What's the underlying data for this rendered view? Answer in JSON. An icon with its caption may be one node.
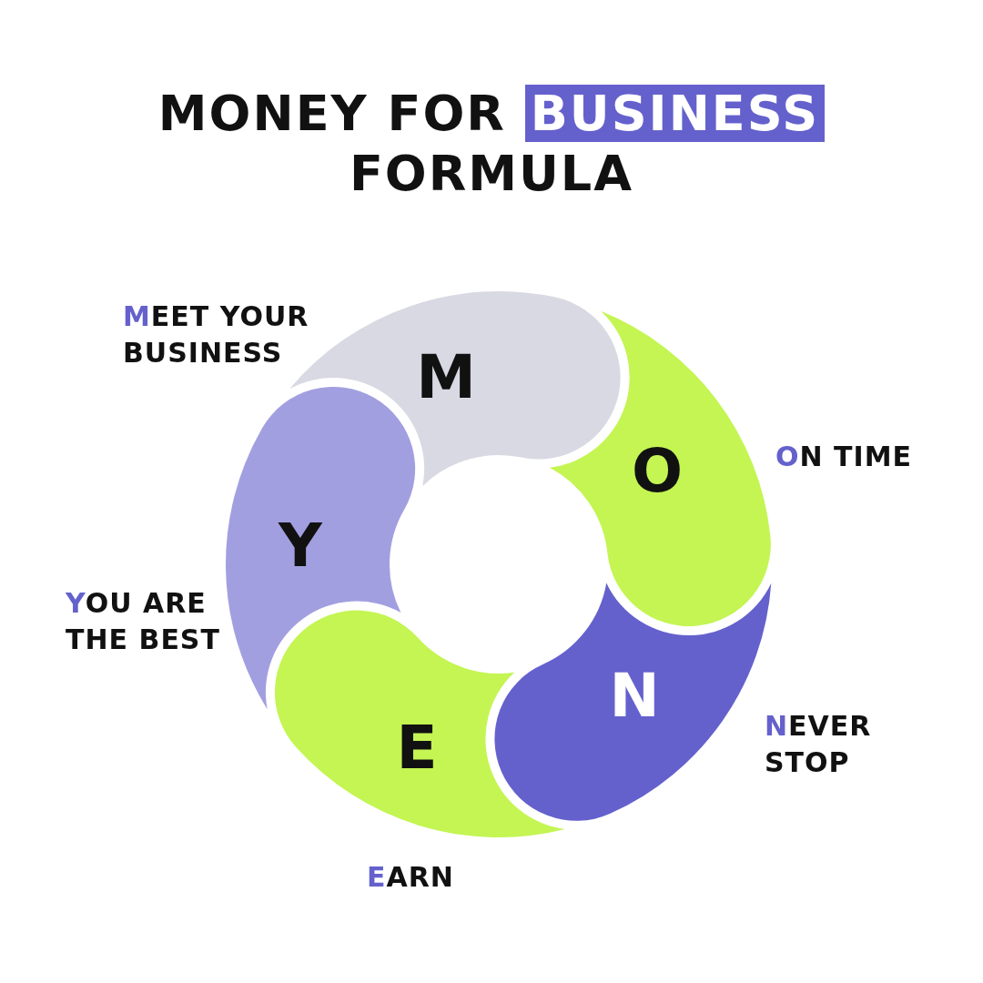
{
  "diagram": {
    "title": "MONEY FOR BUSINESS FORMULA",
    "nodes": [
      {
        "text": [
          "M"
        ],
        "beside": [
          "MEET YOUR BUSINESS"
        ]
      },
      {
        "text": [
          "O"
        ],
        "beside": [
          "ON TIME"
        ]
      },
      {
        "text": [
          "N"
        ],
        "beside": [
          "NEVER STOP"
        ]
      },
      {
        "text": [
          "E"
        ],
        "beside": [
          "EARN"
        ]
      },
      {
        "text": [
          "Y"
        ],
        "beside": [
          "YOU ARE THE BEST"
        ]
      }
    ]
  }
}
